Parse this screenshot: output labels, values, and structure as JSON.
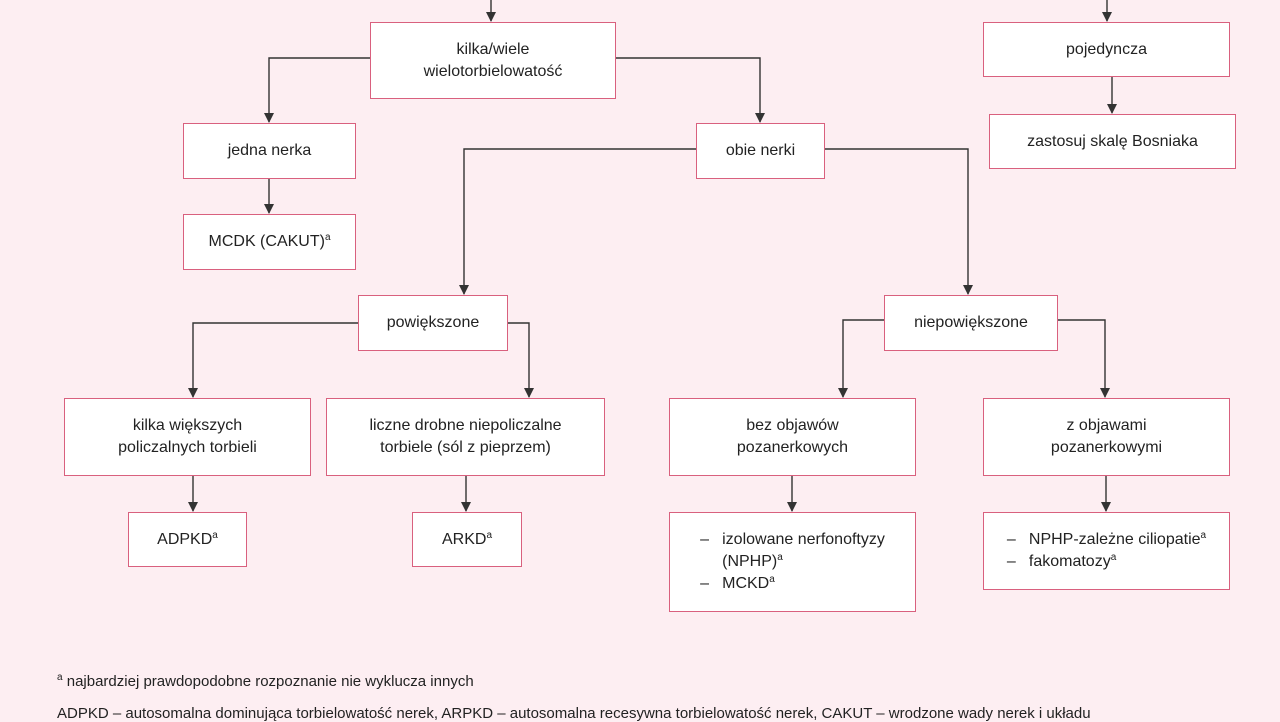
{
  "colors": {
    "background": "#fdeef2",
    "box_border": "#d9607e",
    "box_fill": "#ffffff",
    "line": "#333333"
  },
  "nodes": {
    "multiple": "kilka/wiele\nwielotorbielowatość",
    "single": "pojedyncza",
    "bosniak": "zastosuj skalę Bosniaka",
    "one_kidney": "jedna nerka",
    "both_kidneys": "obie nerki",
    "mcdk": "MCDK (CAKUT)",
    "enlarged": "powiększone",
    "not_enlarged": "niepowiększone",
    "few_large_cysts": "kilka większych\npoliczalnych torbieli",
    "many_small_cysts": "liczne drobne niepoliczalne\ntorbiele (sól z pieprzem)",
    "no_extrarenal": "bez objawów\npozanerkowych",
    "with_extrarenal": "z objawami\npozanerkowymi",
    "adpkd": "ADPKD",
    "arkd": "ARKD",
    "nphp_list": [
      "izolowane nerfonoftyzy\n(NPHP)",
      "MCKD"
    ],
    "cilio_list": [
      "NPHP-zależne ciliopatie",
      "fakomatozy"
    ]
  },
  "footnote_marker": "a",
  "footnote_text": "najbardziej prawdopodobne rozpoznanie nie wyklucza innych",
  "abbreviations": "ADPKD – autosomalna dominująca torbielowatość nerek, ARPKD – autosomalna recesywna torbielowatość nerek, CAKUT – wrodzone wady nerek i układu"
}
